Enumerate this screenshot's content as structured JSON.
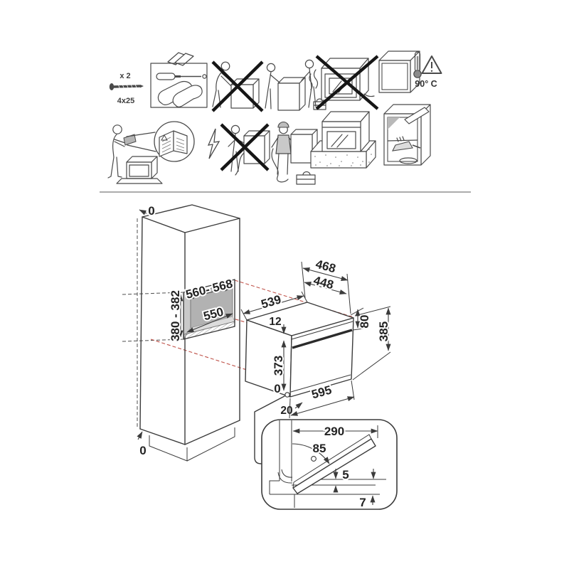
{
  "pictograms": {
    "screw_count": "x 2",
    "screw_size": "4x25",
    "temperature": "90° C",
    "row1_items": [
      "screws-4x25-quantity-2",
      "tools-screwdriver-and-gloves",
      "do-not-lift-alone",
      "lift-with-two-people",
      "do-not-expose-oven-to-heat",
      "cabinet-max-temperature-90c"
    ],
    "row2_items": [
      "read-instruction-manual",
      "electrical-hazard-qualified-installer-only",
      "place-oven-on-protective-base",
      "prepare-and-clean-cabinet-niche"
    ]
  },
  "drawing": {
    "cabinet": {
      "gap_top": "0",
      "gap_bottom": "0",
      "niche_width": "560- 568",
      "niche_depth": "550",
      "niche_height": "380 - 382"
    },
    "appliance": {
      "width_body": "539",
      "depth_overall": "468",
      "depth_body": "448",
      "top_inset": "12",
      "door_height": "373",
      "body_top_height": "80",
      "height_overall": "385",
      "gap_zero": "0",
      "width_overall": "595",
      "offset_bottom": "20"
    },
    "detail": {
      "door_length": "290",
      "opening_angle": "85",
      "gap_bottom": "5",
      "panel_thickness": "7"
    },
    "colors": {
      "line": "#3b3b3b",
      "projection_red": "#bf5148",
      "niche_back_wall": "#b2b2b2",
      "niche_floor": "#dcdcdc"
    }
  }
}
